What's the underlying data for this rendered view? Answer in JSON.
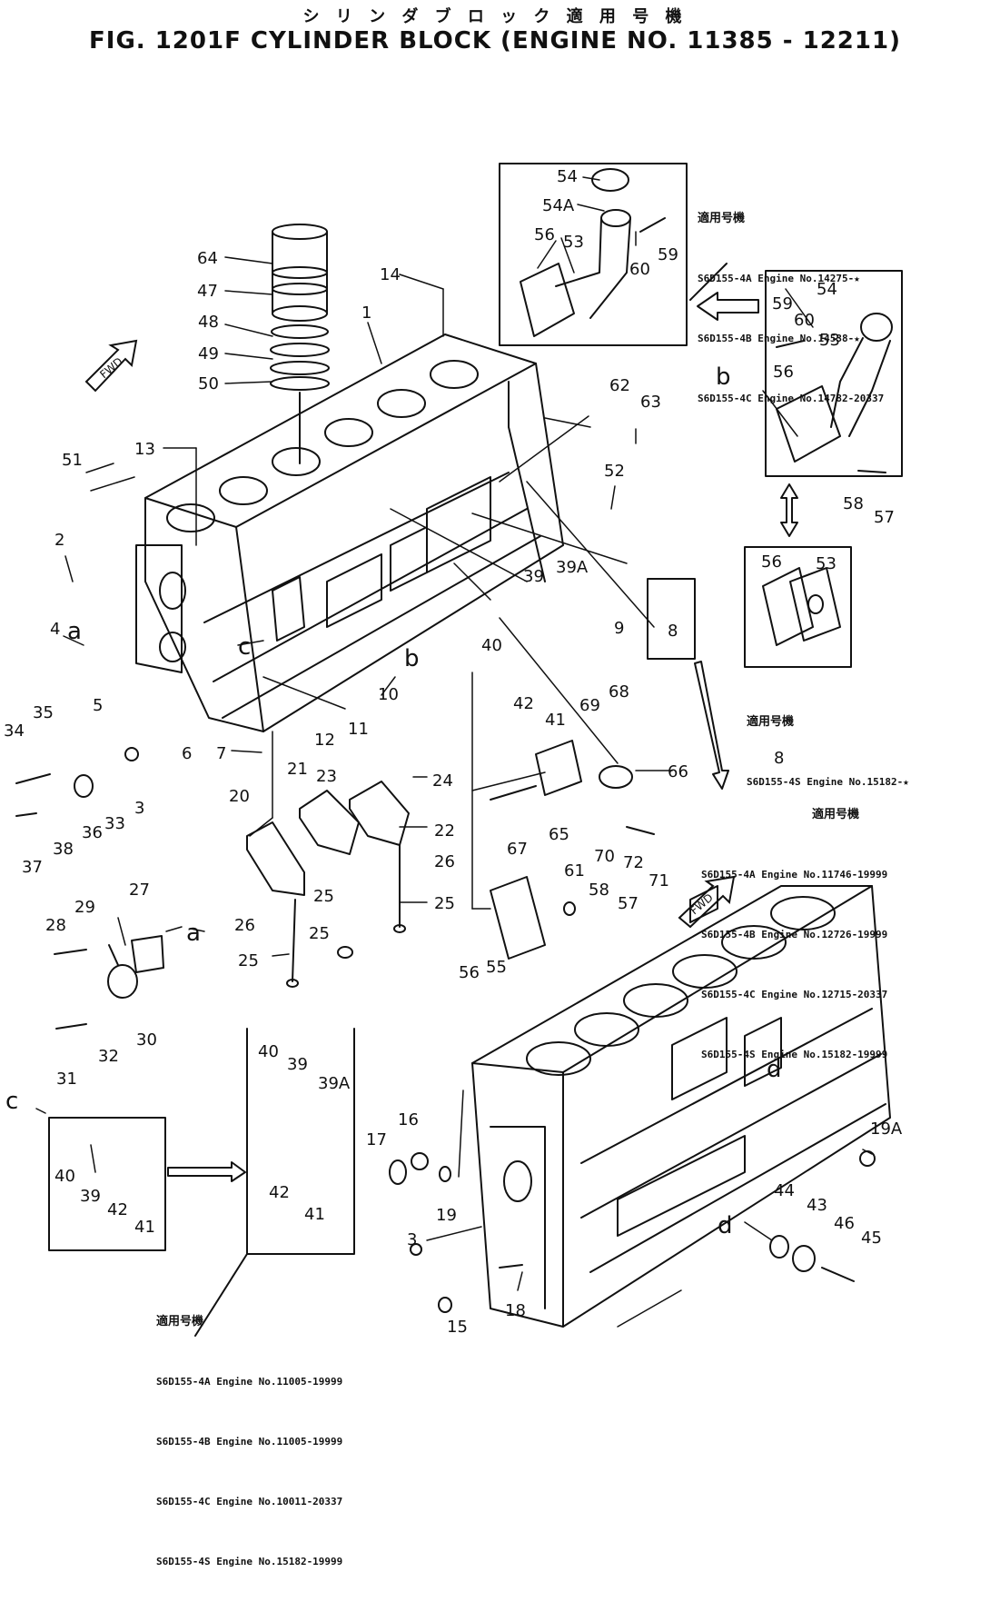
{
  "title_ja": "シ リ ン ダ ブ ロ ッ ク  適 用 号 機",
  "title": "FIG. 1201F  CYLINDER BLOCK (ENGINE NO. 11385 - 12211)",
  "fwd": "FWD",
  "notes": {
    "top": {
      "heading": "適用号機",
      "lines": [
        "S6D155-4A Engine No.14275-★",
        "S6D155-4B Engine No.14538-★",
        "S6D155-4C Engine No.14782-20337"
      ]
    },
    "mid": {
      "heading": "適用号機",
      "lines": [
        "S6D155-4S Engine No.15182-★"
      ]
    },
    "right": {
      "heading": "適用号機",
      "lines": [
        "S6D155-4A Engine No.11746-19999",
        "S6D155-4B Engine No.12726-19999",
        "S6D155-4C Engine No.12715-20337",
        "S6D155-4S Engine No.15182-19999"
      ]
    },
    "bottom": {
      "heading": "適用号機",
      "lines": [
        "S6D155-4A Engine No.11005-19999",
        "S6D155-4B Engine No.11005-19999",
        "S6D155-4C Engine No.10011-20337",
        "S6D155-4S Engine No.15182-19999"
      ]
    }
  },
  "labels": [
    {
      "id": "1",
      "text": "1"
    },
    {
      "id": "2",
      "text": "2"
    },
    {
      "id": "3",
      "text": "3"
    },
    {
      "id": "3b",
      "text": "3"
    },
    {
      "id": "4",
      "text": "4"
    },
    {
      "id": "5",
      "text": "5"
    },
    {
      "id": "6",
      "text": "6"
    },
    {
      "id": "7",
      "text": "7"
    },
    {
      "id": "8",
      "text": "8"
    },
    {
      "id": "8b",
      "text": "8"
    },
    {
      "id": "9",
      "text": "9"
    },
    {
      "id": "10",
      "text": "10"
    },
    {
      "id": "11",
      "text": "11"
    },
    {
      "id": "12",
      "text": "12"
    },
    {
      "id": "13",
      "text": "13"
    },
    {
      "id": "14",
      "text": "14"
    },
    {
      "id": "15",
      "text": "15"
    },
    {
      "id": "16",
      "text": "16"
    },
    {
      "id": "17",
      "text": "17"
    },
    {
      "id": "18",
      "text": "18"
    },
    {
      "id": "19",
      "text": "19"
    },
    {
      "id": "19A",
      "text": "19A"
    },
    {
      "id": "20",
      "text": "20"
    },
    {
      "id": "21",
      "text": "21"
    },
    {
      "id": "22",
      "text": "22"
    },
    {
      "id": "23",
      "text": "23"
    },
    {
      "id": "24",
      "text": "24"
    },
    {
      "id": "25a",
      "text": "25"
    },
    {
      "id": "25b",
      "text": "25"
    },
    {
      "id": "25c",
      "text": "25"
    },
    {
      "id": "25d",
      "text": "25"
    },
    {
      "id": "26a",
      "text": "26"
    },
    {
      "id": "26b",
      "text": "26"
    },
    {
      "id": "27",
      "text": "27"
    },
    {
      "id": "28",
      "text": "28"
    },
    {
      "id": "29",
      "text": "29"
    },
    {
      "id": "30",
      "text": "30"
    },
    {
      "id": "31",
      "text": "31"
    },
    {
      "id": "32",
      "text": "32"
    },
    {
      "id": "33",
      "text": "33"
    },
    {
      "id": "34",
      "text": "34"
    },
    {
      "id": "35",
      "text": "35"
    },
    {
      "id": "36",
      "text": "36"
    },
    {
      "id": "37",
      "text": "37"
    },
    {
      "id": "38",
      "text": "38"
    },
    {
      "id": "39",
      "text": "39"
    },
    {
      "id": "39A",
      "text": "39A"
    },
    {
      "id": "39b",
      "text": "39"
    },
    {
      "id": "39Ab",
      "text": "39A"
    },
    {
      "id": "39c",
      "text": "39"
    },
    {
      "id": "40",
      "text": "40"
    },
    {
      "id": "40b",
      "text": "40"
    },
    {
      "id": "40c",
      "text": "40"
    },
    {
      "id": "41",
      "text": "41"
    },
    {
      "id": "41b",
      "text": "41"
    },
    {
      "id": "41c",
      "text": "41"
    },
    {
      "id": "42",
      "text": "42"
    },
    {
      "id": "42b",
      "text": "42"
    },
    {
      "id": "42c",
      "text": "42"
    },
    {
      "id": "43",
      "text": "43"
    },
    {
      "id": "44",
      "text": "44"
    },
    {
      "id": "45",
      "text": "45"
    },
    {
      "id": "46",
      "text": "46"
    },
    {
      "id": "47",
      "text": "47"
    },
    {
      "id": "48",
      "text": "48"
    },
    {
      "id": "49",
      "text": "49"
    },
    {
      "id": "50",
      "text": "50"
    },
    {
      "id": "51",
      "text": "51"
    },
    {
      "id": "52",
      "text": "52"
    },
    {
      "id": "53a",
      "text": "53"
    },
    {
      "id": "53b",
      "text": "53"
    },
    {
      "id": "53c",
      "text": "53"
    },
    {
      "id": "54a",
      "text": "54"
    },
    {
      "id": "54A",
      "text": "54A"
    },
    {
      "id": "54b",
      "text": "54"
    },
    {
      "id": "55",
      "text": "55"
    },
    {
      "id": "56a",
      "text": "56"
    },
    {
      "id": "56b",
      "text": "56"
    },
    {
      "id": "56c",
      "text": "56"
    },
    {
      "id": "56d",
      "text": "56"
    },
    {
      "id": "57a",
      "text": "57"
    },
    {
      "id": "57b",
      "text": "57"
    },
    {
      "id": "58a",
      "text": "58"
    },
    {
      "id": "58b",
      "text": "58"
    },
    {
      "id": "59a",
      "text": "59"
    },
    {
      "id": "59b",
      "text": "59"
    },
    {
      "id": "60a",
      "text": "60"
    },
    {
      "id": "60b",
      "text": "60"
    },
    {
      "id": "61",
      "text": "61"
    },
    {
      "id": "62",
      "text": "62"
    },
    {
      "id": "63",
      "text": "63"
    },
    {
      "id": "64",
      "text": "64"
    },
    {
      "id": "65",
      "text": "65"
    },
    {
      "id": "66",
      "text": "66"
    },
    {
      "id": "67",
      "text": "67"
    },
    {
      "id": "68",
      "text": "68"
    },
    {
      "id": "69",
      "text": "69"
    },
    {
      "id": "70",
      "text": "70"
    },
    {
      "id": "71",
      "text": "71"
    },
    {
      "id": "72",
      "text": "72"
    },
    {
      "id": "a1",
      "text": "a"
    },
    {
      "id": "a2",
      "text": "a"
    },
    {
      "id": "b1",
      "text": "b"
    },
    {
      "id": "b2",
      "text": "b"
    },
    {
      "id": "c1",
      "text": "c"
    },
    {
      "id": "c2",
      "text": "c"
    },
    {
      "id": "d1",
      "text": "d"
    },
    {
      "id": "d2",
      "text": "d"
    }
  ]
}
